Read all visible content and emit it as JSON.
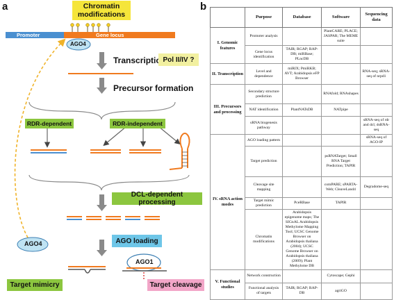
{
  "panel_a": {
    "letter": "a",
    "chromatin_box": "Chromatin\nmodifications",
    "promoter": "Promoter",
    "gene_locus": "Gene locus",
    "ago4_top": "AGO4",
    "transcription": "Transcription",
    "pol": "Pol II/IV ?",
    "precursor": "Precursor formation",
    "rdr_dependent": "RDR-dependent",
    "rdr_independent": "RDR-independent",
    "dcl": "DCL-dependent processing",
    "ago_loading": "AGO loading",
    "ago4_bottom": "AGO4",
    "ago1": "AGO1",
    "target_mimicry": "Target mimicry",
    "target_cleavage": "Target cleavage",
    "colors": {
      "yellow_box": "#f5e53a",
      "orange": "#f07a1e",
      "blue": "#4a8fd0",
      "green_box": "#8cc63f",
      "blue_box": "#6ec6e8",
      "pink_box": "#f2a6c8",
      "olive_box": "#f2f0a0"
    }
  },
  "panel_b": {
    "letter": "b",
    "headers": [
      "",
      "Purpose",
      "Database",
      "Software",
      "Sequencing data"
    ],
    "sections": [
      {
        "label": "I. Genomic features",
        "rows": [
          {
            "purpose": "Promoter analysis",
            "database": "",
            "software": "PlantCARE; PLACE; JASPAR; The MEME suite",
            "seq": ""
          },
          {
            "purpose": "Gene locus identification",
            "database": "TAIR; RGAP; RAP-DB; miRBase; PLncDB",
            "software": "",
            "seq": ""
          }
        ]
      },
      {
        "label": "II. Transcription",
        "rows": [
          {
            "purpose": "Level and dependence",
            "database": "miRIX; PmiRKB; AVT; Arabidopsis eFP Browser",
            "software": "",
            "seq": "RNA-seq; sRNA-seq of nrpd1"
          }
        ]
      },
      {
        "label": "III. Precursors and processing",
        "rows": [
          {
            "purpose": "Secondary structure prediction",
            "database": "",
            "software": "RNAfold; RNAshapes",
            "seq": ""
          },
          {
            "purpose": "NAT identification",
            "database": "PlantNATsDB",
            "software": "NATpipe",
            "seq": ""
          },
          {
            "purpose": "sRNA biogenesis pathway",
            "database": "",
            "software": "",
            "seq": "sRNA-seq of rdr and dcl; dsRNA-seq"
          }
        ]
      },
      {
        "label": "IV. sRNA action modes",
        "rows": [
          {
            "purpose": "AGO loading pattern",
            "database": "",
            "software": "",
            "seq": "sRNA-seq of AGO-IP"
          },
          {
            "purpose": "Target prediction",
            "database": "",
            "software": "psRNATarget; Small RNA Target Prediction; TAPIR",
            "seq": ""
          },
          {
            "purpose": "Cleavage site mapping",
            "database": "",
            "software": "comPARE; sPARTA-Web; CleaveLand4",
            "seq": "Degradome-seq"
          },
          {
            "purpose": "Target mimic prediction",
            "database": "PceRBase",
            "software": "TAPIR",
            "seq": ""
          },
          {
            "purpose": "Chromatin modifications",
            "database": "Arabidopsis epigenome maps; The SIGnAL Arabidopsis Methylome Mapping Tool; UCSC Genome Browser on Arabidopsis thaliana (2004); UCSC Genome Browser on Arabidopsis thaliana (2009); Plant Methylome DB",
            "software": "",
            "seq": ""
          }
        ]
      },
      {
        "label": "V. Functional studies",
        "rows": [
          {
            "purpose": "Network construction",
            "database": "",
            "software": "Cytoscape; Gephi",
            "seq": ""
          },
          {
            "purpose": "Functional analysis of targets",
            "database": "TAIR; RGAP; RAP-DB",
            "software": "agriGO",
            "seq": ""
          }
        ]
      }
    ]
  }
}
